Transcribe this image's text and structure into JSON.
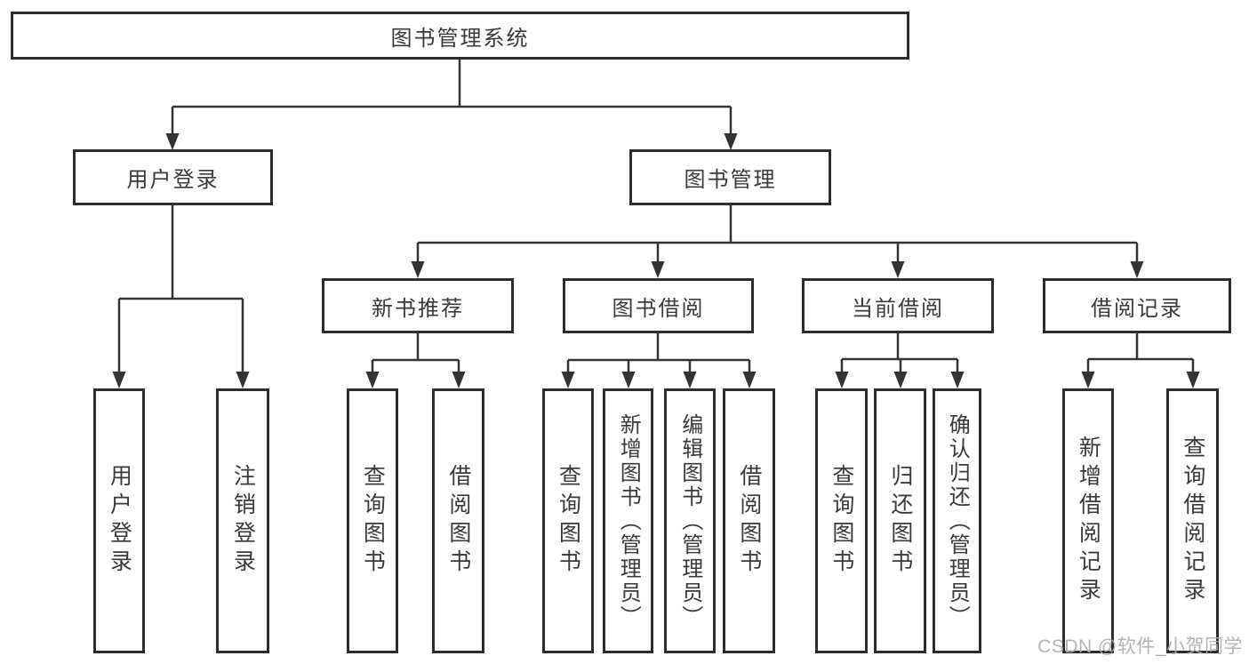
{
  "meta": {
    "watermark": "CSDN @软件_小贺同学"
  },
  "colors": {
    "line": "#333333",
    "box_border": "#2d2d2d",
    "text": "#3a3a3a",
    "background": "#ffffff",
    "watermark": "#b0b0b0"
  },
  "tree": {
    "label": "图书管理系统",
    "children": [
      {
        "label": "用户登录",
        "children": [
          {
            "label": "用户登录"
          },
          {
            "label": "注销登录"
          }
        ]
      },
      {
        "label": "图书管理",
        "children": [
          {
            "label": "新书推荐",
            "children": [
              {
                "label": "查询图书"
              },
              {
                "label": "借阅图书"
              }
            ]
          },
          {
            "label": "图书借阅",
            "children": [
              {
                "label": "查询图书"
              },
              {
                "label": "新增图书（管理员）"
              },
              {
                "label": "编辑图书（管理员）"
              },
              {
                "label": "借阅图书"
              }
            ]
          },
          {
            "label": "当前借阅",
            "children": [
              {
                "label": "查询图书"
              },
              {
                "label": "归还图书"
              },
              {
                "label": "确认归还（管理员）"
              }
            ]
          },
          {
            "label": "借阅记录",
            "children": [
              {
                "label": "新增借阅记录"
              },
              {
                "label": "查询借阅记录"
              }
            ]
          }
        ]
      }
    ]
  }
}
